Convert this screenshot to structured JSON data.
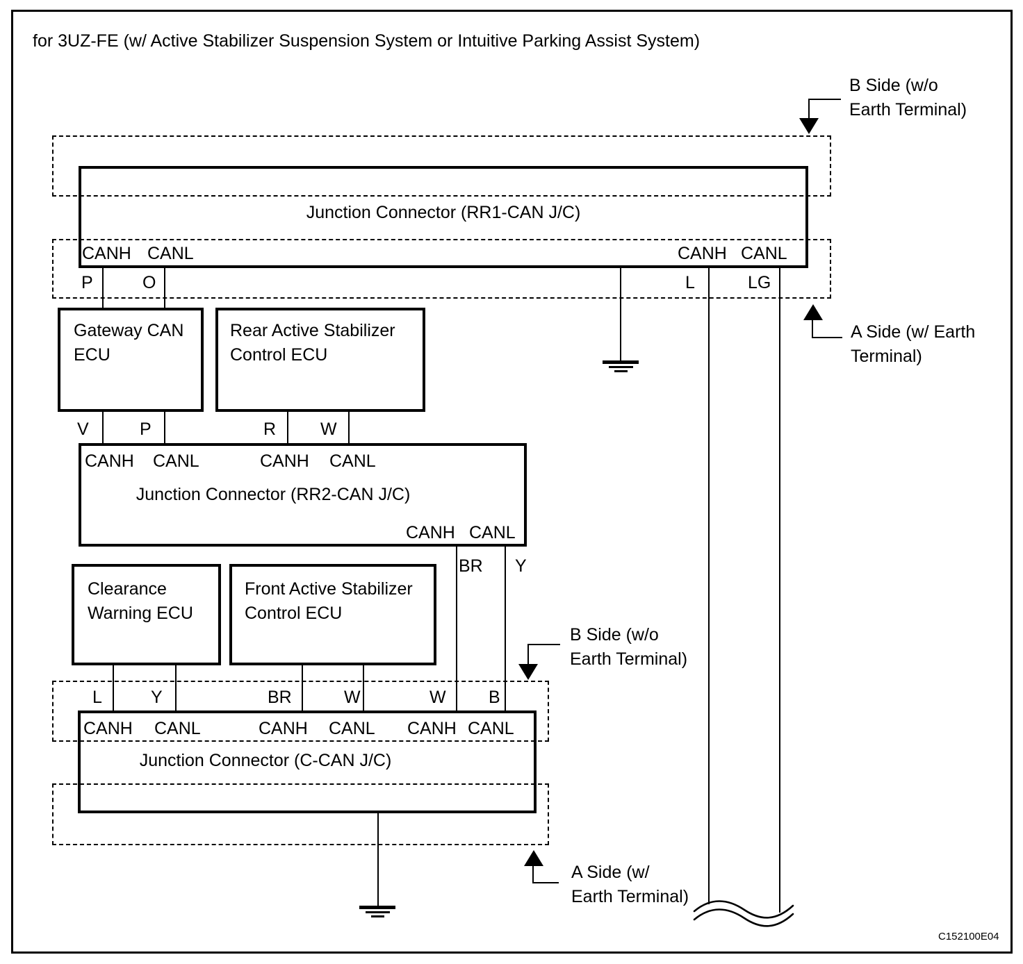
{
  "title": "for 3UZ-FE (w/ Active Stabilizer Suspension System or Intuitive Parking Assist System)",
  "figure_code": "C152100E04",
  "annotations": {
    "b_side_top": "B Side (w/o\nEarth Terminal)",
    "a_side_top": "A Side (w/ Earth\nTerminal)",
    "b_side_bottom": "B Side (w/o\nEarth Terminal)",
    "a_side_bottom": "A Side (w/\nEarth Terminal)"
  },
  "junction_connectors": {
    "rr1": {
      "label": "Junction Connector (RR1-CAN J/C)",
      "pins": [
        "CANH",
        "CANL",
        "CANH",
        "CANL"
      ],
      "wire_colors": [
        "P",
        "O",
        "L",
        "LG"
      ]
    },
    "rr2": {
      "label": "Junction Connector (RR2-CAN J/C)",
      "pins": [
        "CANH",
        "CANL",
        "CANH",
        "CANL",
        "CANH",
        "CANL"
      ],
      "wire_colors": [
        "BR",
        "Y"
      ]
    },
    "c_can": {
      "label": "Junction Connector (C-CAN J/C)",
      "pins": [
        "CANH",
        "CANL",
        "CANH",
        "CANL",
        "CANH",
        "CANL"
      ],
      "wire_colors": [
        "L",
        "Y",
        "BR",
        "W",
        "W",
        "B"
      ]
    }
  },
  "ecus": {
    "gateway": "Gateway CAN\nECU",
    "rear_stabilizer": "Rear Active Stabilizer\nControl ECU",
    "clearance_warning": "Clearance\nWarning ECU",
    "front_stabilizer": "Front Active Stabilizer\nControl ECU"
  },
  "ecu_wire_colors": {
    "gateway": [
      "V",
      "P"
    ],
    "rear_stabilizer": [
      "R",
      "W"
    ]
  },
  "colors": {
    "line": "#000000",
    "background": "#ffffff"
  }
}
